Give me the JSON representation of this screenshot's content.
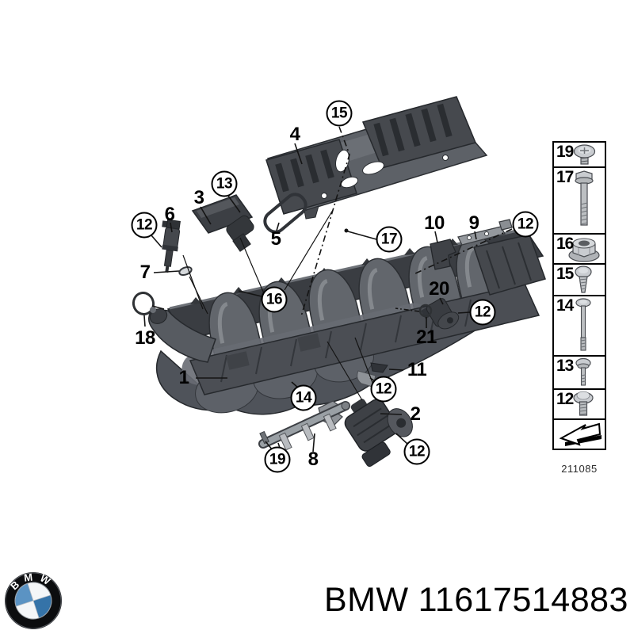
{
  "diagram": {
    "description": "Exploded view of BMW intake manifold assembly",
    "drawing_number": "211085",
    "callouts": [
      {
        "label": "15",
        "shape": "circled"
      },
      {
        "label": "4",
        "shape": "plain"
      },
      {
        "label": "13",
        "shape": "circled"
      },
      {
        "label": "3",
        "shape": "plain"
      },
      {
        "label": "6",
        "shape": "plain"
      },
      {
        "label": "12",
        "shape": "circled"
      },
      {
        "label": "5",
        "shape": "plain"
      },
      {
        "label": "7",
        "shape": "plain"
      },
      {
        "label": "17",
        "shape": "circled"
      },
      {
        "label": "10",
        "shape": "plain"
      },
      {
        "label": "9",
        "shape": "plain"
      },
      {
        "label": "12",
        "shape": "circled"
      },
      {
        "label": "16",
        "shape": "circled"
      },
      {
        "label": "20",
        "shape": "plain"
      },
      {
        "label": "12",
        "shape": "circled"
      },
      {
        "label": "21",
        "shape": "plain"
      },
      {
        "label": "18",
        "shape": "plain"
      },
      {
        "label": "1",
        "shape": "plain"
      },
      {
        "label": "11",
        "shape": "plain"
      },
      {
        "label": "12",
        "shape": "circled"
      },
      {
        "label": "14",
        "shape": "circled"
      },
      {
        "label": "2",
        "shape": "plain"
      },
      {
        "label": "12",
        "shape": "circled"
      },
      {
        "label": "19",
        "shape": "circled"
      },
      {
        "label": "8",
        "shape": "plain"
      }
    ],
    "side_panel": {
      "items": [
        {
          "label": "19",
          "icon": "pan-head-screw-icon"
        },
        {
          "label": "17",
          "icon": "hex-bolt-icon"
        },
        {
          "label": "16",
          "icon": "flange-nut-icon"
        },
        {
          "label": "15",
          "icon": "tapping-screw-icon"
        },
        {
          "label": "14",
          "icon": "long-bolt-icon"
        },
        {
          "label": "13",
          "icon": "short-bolt-icon"
        },
        {
          "label": "12",
          "icon": "washer-screw-icon"
        },
        {
          "label": "",
          "icon": "direction-arrow-icon"
        }
      ]
    }
  },
  "footer": {
    "logo_letters": "BMW",
    "brand": "BMW",
    "part_number": "11617514883",
    "colors": {
      "bmw_blue": "#4886ba",
      "text": "#000000"
    }
  }
}
